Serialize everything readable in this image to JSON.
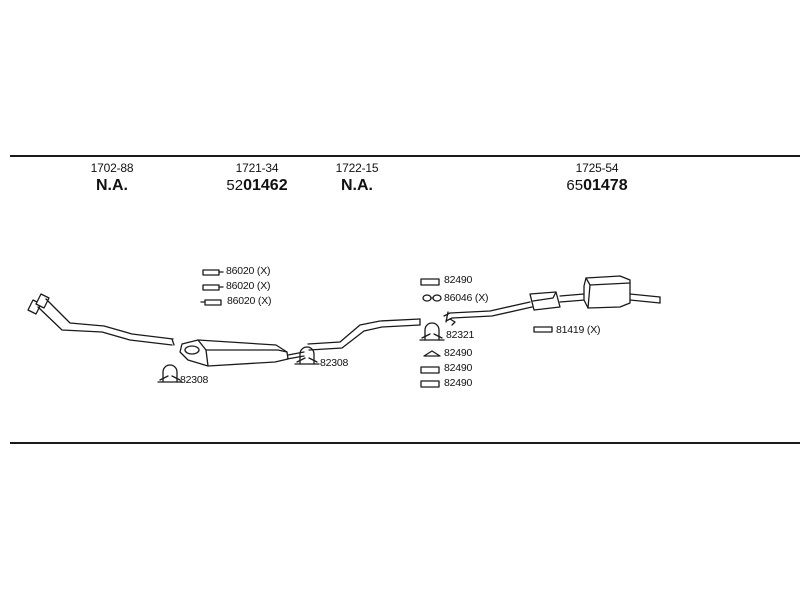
{
  "sections": [
    {
      "code": "1702-88",
      "part_prefix": "",
      "part_main": "N.A."
    },
    {
      "code": "1721-34",
      "part_prefix": "52",
      "part_main": "01462"
    },
    {
      "code": "1722-15",
      "part_prefix": "",
      "part_main": "N.A."
    },
    {
      "code": "1725-54",
      "part_prefix": "65",
      "part_main": "01478"
    }
  ],
  "parts": {
    "clamp_front": "82308",
    "clamp_mid": "82308",
    "hanger_1": "86020 (X)",
    "hanger_2": "86020 (X)",
    "hanger_3": "86020 (X)",
    "rear_upper_1": "82490",
    "rear_upper_2": "86046 (X)",
    "rear_clamp": "82321",
    "rear_lower_1": "82490",
    "rear_lower_2": "82490",
    "rear_lower_3": "82490",
    "rear_bracket": "81419 (X)"
  },
  "colors": {
    "line": "#1a1a1a",
    "background": "#ffffff"
  }
}
